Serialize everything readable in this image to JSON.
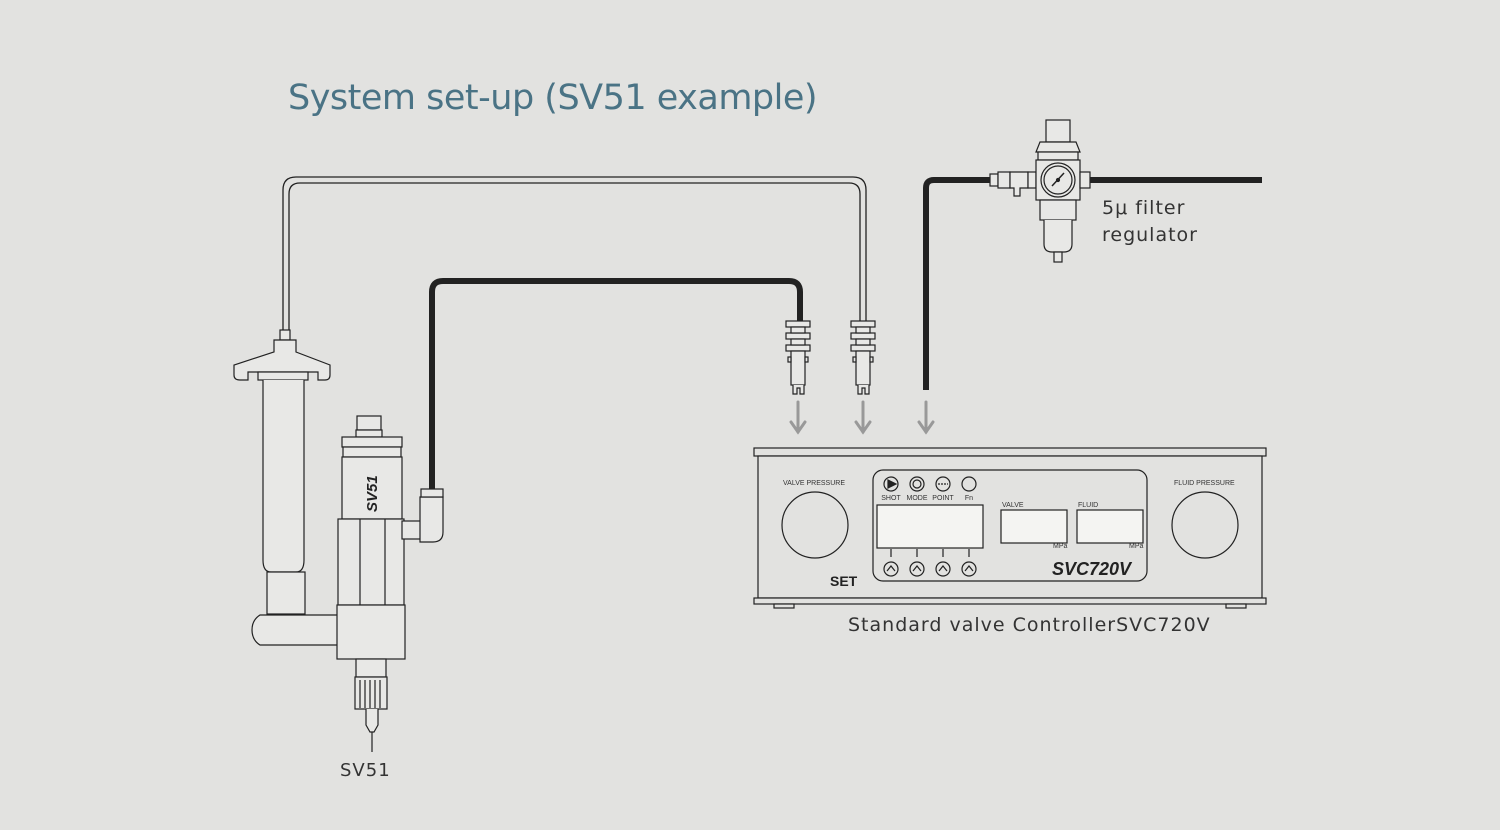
{
  "title": "System set-up (SV51 example)",
  "labels": {
    "valve": "SV51",
    "valve_body_text": "SV51",
    "filter_line1": "5μ filter",
    "filter_line2": "regulator",
    "controller": "Standard valve ControllerSVC720V"
  },
  "controller": {
    "valve_pressure_label": "VALVE PRESSURE",
    "fluid_pressure_label": "FLUID PRESSURE",
    "buttons": [
      {
        "label": "SHOT",
        "icon": "play-icon"
      },
      {
        "label": "MODE",
        "icon": "refresh-icon"
      },
      {
        "label": "POINT",
        "icon": "dots-icon"
      },
      {
        "label": "Fn",
        "icon": "circle-icon"
      }
    ],
    "display_valve_label": "VALVE",
    "display_fluid_label": "FLUID",
    "unit": "MPa",
    "brand": "SET",
    "model": "SVC720V"
  },
  "colors": {
    "background": "#e2e2e0",
    "title": "#4a7385",
    "line": "#222222",
    "arrow": "#999999"
  }
}
